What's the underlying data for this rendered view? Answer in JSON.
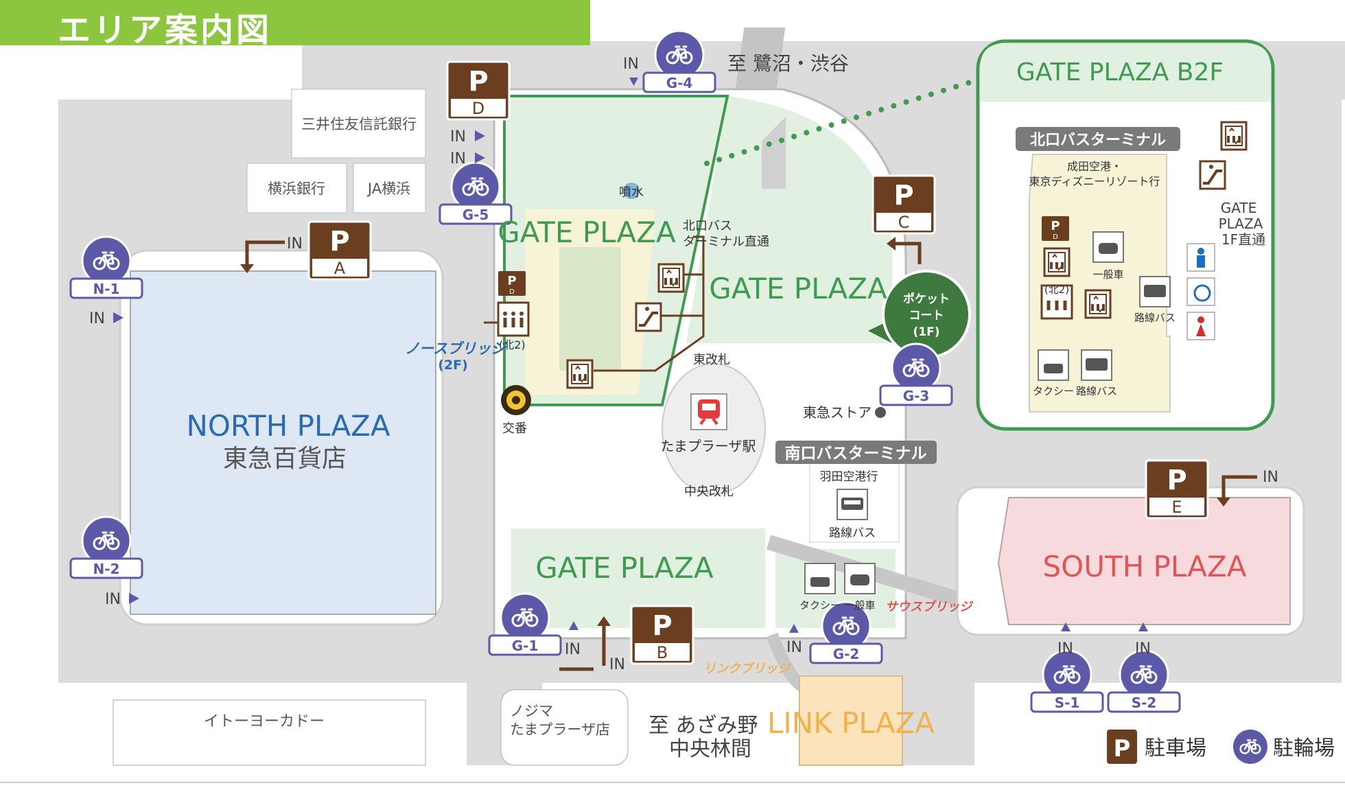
{
  "title": "エリア案内図",
  "colors": {
    "title_bar": "#8cc63f",
    "gate_plaza_green": "#3e9b4f",
    "north_plaza_blue": "#dde8f4",
    "south_plaza_pink": "#f6dadd",
    "link_plaza_orange": "#fbe3bb",
    "parking_brown": "#6b3e1f",
    "bicycle_purple": "#5c5aa8",
    "road_gray": "#d6d6d6"
  },
  "destinations": {
    "north": "至 鷺沼・渋谷",
    "south_1": "至 あざみ野",
    "south_2": "中央林間"
  },
  "buildings": {
    "sumitomo": "三井住友信託銀行",
    "yokohama_bank": "横浜銀行",
    "ja": "JA横浜",
    "ito_yokado": "イトーヨーカドー",
    "nojima_1": "ノジマ",
    "nojima_2": "たまプラーザ店"
  },
  "plazas": {
    "north_name": "NORTH PLAZA",
    "north_sub": "東急百貨店",
    "gate_1": "GATE PLAZA",
    "gate_2": "GATE PLAZA",
    "gate_3": "GATE PLAZA",
    "south": "SOUTH PLAZA",
    "link": "LINK PLAZA"
  },
  "labels": {
    "fountain": "噴水",
    "north_bus_direct_1": "北口バス",
    "north_bus_direct_2": "ターミナル直通",
    "kita2": "(北2)",
    "north_bridge_1": "ノースブリッジ",
    "north_bridge_2": "(2F)",
    "koban": "交番",
    "east_gate": "東改札",
    "station": "たまプラーザ駅",
    "central_gate": "中央改札",
    "tokyu_store": "東急ストア",
    "south_terminal": "南口バスターミナル",
    "haneda": "羽田空港行",
    "route_bus": "路線バス",
    "taxi": "タクシー",
    "general_car": "一般車",
    "south_bridge": "サウスブリッジ",
    "link_bridge": "リンクブリッジ",
    "pocket_1": "ポケット",
    "pocket_2": "コート",
    "pocket_3": "(1F)",
    "in": "IN"
  },
  "b2f": {
    "title": "GATE PLAZA B2F",
    "terminal": "北口バスターミナル",
    "narita_1": "成田空港・",
    "narita_2": "東京ディズニーリゾート行",
    "direct_1": "GATE",
    "direct_2": "PLAZA",
    "direct_3": "1F直通",
    "general_car": "一般車",
    "kita2": "(北2)",
    "route_bus": "路線バス",
    "taxi": "タクシー",
    "route_bus2": "路線バス"
  },
  "parking": [
    {
      "letter": "P",
      "code": "A"
    },
    {
      "letter": "P",
      "code": "B"
    },
    {
      "letter": "P",
      "code": "C"
    },
    {
      "letter": "P",
      "code": "D"
    },
    {
      "letter": "P",
      "code": "E"
    }
  ],
  "bicycle": [
    {
      "code": "N-1"
    },
    {
      "code": "N-2"
    },
    {
      "code": "G-1"
    },
    {
      "code": "G-2"
    },
    {
      "code": "G-3"
    },
    {
      "code": "G-4"
    },
    {
      "code": "G-5"
    },
    {
      "code": "S-1"
    },
    {
      "code": "S-2"
    }
  ],
  "legend": {
    "parking": "駐車場",
    "bicycle": "駐輪場"
  },
  "icons": {
    "parking": "parking-icon",
    "bicycle": "bicycle-icon",
    "elevator": "elevator-icon",
    "escalator": "escalator-icon",
    "train": "train-icon",
    "bus": "bus-icon",
    "taxi": "taxi-icon",
    "car": "car-icon",
    "police": "police-box-icon",
    "restroom": "restroom-icon",
    "accessible": "accessible-icon"
  }
}
